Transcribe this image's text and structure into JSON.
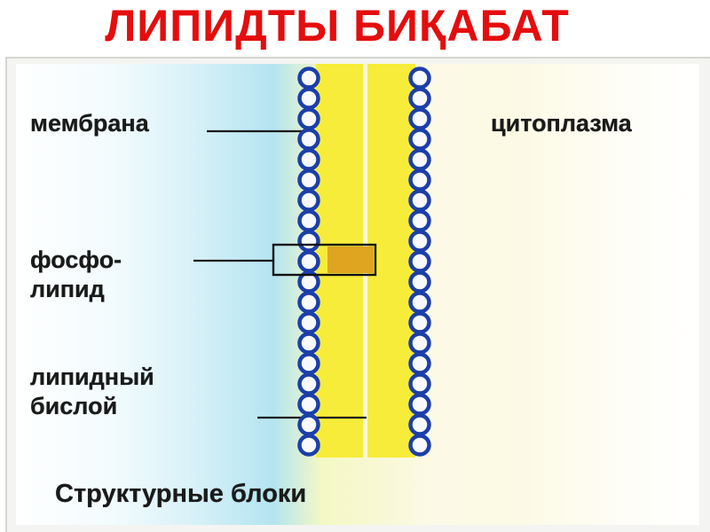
{
  "title": "ЛИПИДТЫ БИҚАБАТ",
  "labels": {
    "membrane": "мембрана",
    "cytoplasm": "цитоплазма",
    "phospholipid_line1": "фосфо-",
    "phospholipid_line2": "липид",
    "bilayer_line1": "липидный",
    "bilayer_line2": "бислой",
    "caption": "Структурные блоки"
  },
  "colors": {
    "title": "#e50d0d",
    "head_stroke": "#1c3fa8",
    "head_fill": "#f7f9ff",
    "tail_band": "#f7ec3a",
    "extracellular": "#b4e4f1",
    "cytoplasm": "#fcf9e6",
    "highlight_tail": "#e0a520"
  },
  "diagram": {
    "heads_per_leaflet": 19,
    "leaflets": [
      "outer",
      "inner"
    ],
    "highlighted_head_index": 9
  }
}
